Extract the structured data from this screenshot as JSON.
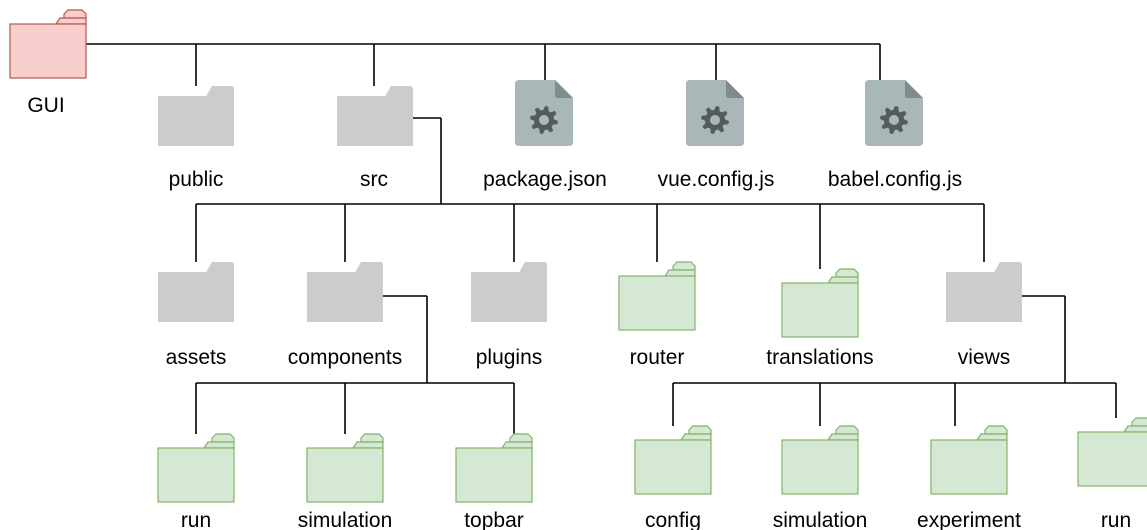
{
  "nodes": {
    "gui": {
      "label": "GUI",
      "icon": "folder-icon",
      "color": "red"
    },
    "public": {
      "label": "public",
      "icon": "folder-icon",
      "color": "gray"
    },
    "src": {
      "label": "src",
      "icon": "folder-icon",
      "color": "gray"
    },
    "package_json": {
      "label": "package.json",
      "icon": "config-file-icon",
      "color": "gray"
    },
    "vue_config": {
      "label": "vue.config.js",
      "icon": "config-file-icon",
      "color": "gray"
    },
    "babel_config": {
      "label": "babel.config.js",
      "icon": "config-file-icon",
      "color": "gray"
    },
    "assets": {
      "label": "assets",
      "icon": "folder-icon",
      "color": "gray"
    },
    "components": {
      "label": "components",
      "icon": "folder-icon",
      "color": "gray"
    },
    "plugins": {
      "label": "plugins",
      "icon": "folder-icon",
      "color": "gray"
    },
    "router": {
      "label": "router",
      "icon": "folder-icon",
      "color": "green"
    },
    "translations": {
      "label": "translations",
      "icon": "folder-icon",
      "color": "green"
    },
    "views": {
      "label": "views",
      "icon": "folder-icon",
      "color": "gray"
    },
    "comp_run": {
      "label": "run",
      "icon": "folder-icon",
      "color": "green"
    },
    "comp_simulation": {
      "label": "simulation",
      "icon": "folder-icon",
      "color": "green"
    },
    "comp_topbar": {
      "label": "topbar",
      "icon": "folder-icon",
      "color": "green"
    },
    "views_config": {
      "label": "config",
      "icon": "folder-icon",
      "color": "green"
    },
    "views_simulation": {
      "label": "simulation",
      "icon": "folder-icon",
      "color": "green"
    },
    "views_experiment": {
      "label": "experiment",
      "icon": "folder-icon",
      "color": "green"
    },
    "views_run": {
      "label": "run",
      "icon": "folder-icon",
      "color": "green"
    }
  },
  "colors": {
    "red": {
      "fill": "#f8cecc",
      "stroke": "#b85450"
    },
    "gray": {
      "fill": "#cccccc",
      "stroke": "#cccccc"
    },
    "green": {
      "fill": "#d5e8d4",
      "stroke": "#82b366"
    },
    "file": {
      "fill": "#aab7b8",
      "gear": "#545b5c"
    },
    "edge": "#000000"
  }
}
